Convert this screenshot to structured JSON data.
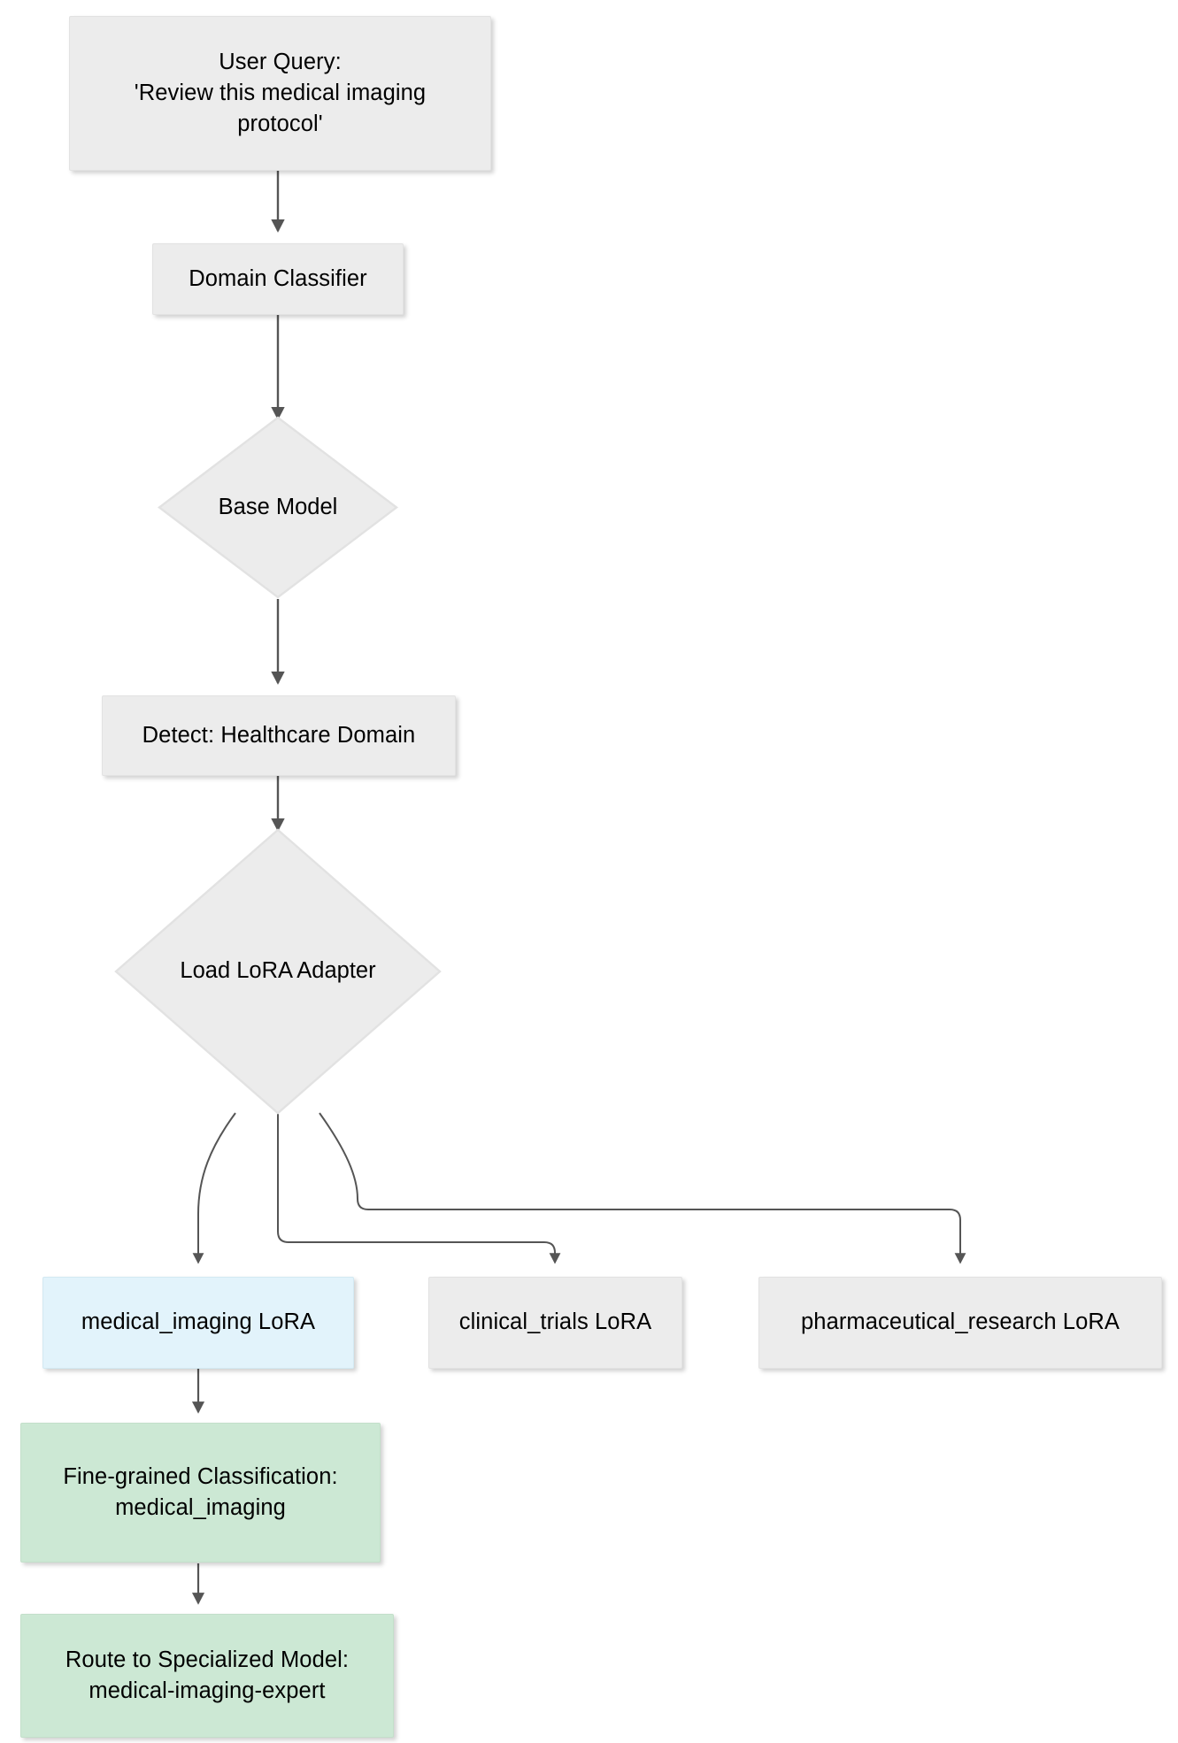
{
  "diagram": {
    "title": "LoRA adapter routing flowchart",
    "type": "flowchart",
    "direction": "top-to-bottom",
    "background_color": "#ffffff",
    "node_fill_default": "#ececec",
    "node_stroke_default": "#e2e2e2",
    "node_fill_blue": "#e2f3fb",
    "node_fill_green": "#cce8d4",
    "edge_color": "#555555",
    "text_color": "#000000"
  },
  "nodes": {
    "user_query": {
      "label": "User Query:\n'Review this medical imaging\nprotocol'",
      "shape": "rect",
      "fill": "#ececec"
    },
    "domain_classifier": {
      "label": "Domain Classifier",
      "shape": "rect",
      "fill": "#ececec"
    },
    "base_model": {
      "label": "Base Model",
      "shape": "diamond",
      "fill": "#ececec"
    },
    "detect_healthcare": {
      "label": "Detect: Healthcare Domain",
      "shape": "rect",
      "fill": "#ececec"
    },
    "load_lora_adapter": {
      "label": "Load LoRA Adapter",
      "shape": "diamond",
      "fill": "#ececec"
    },
    "medical_imaging_lora": {
      "label": "medical_imaging LoRA",
      "shape": "rect",
      "fill": "#e2f3fb"
    },
    "clinical_trials_lora": {
      "label": "clinical_trials LoRA",
      "shape": "rect",
      "fill": "#ececec"
    },
    "pharmaceutical_research_lora": {
      "label": "pharmaceutical_research LoRA",
      "shape": "rect",
      "fill": "#ececec"
    },
    "fine_grained_classification": {
      "label": "Fine-grained Classification:\nmedical_imaging",
      "shape": "rect",
      "fill": "#cce8d4"
    },
    "route_specialized_model": {
      "label": "Route to Specialized Model:\nmedical-imaging-expert",
      "shape": "rect",
      "fill": "#cce8d4"
    }
  },
  "edges": [
    {
      "from": "user_query",
      "to": "domain_classifier",
      "label": ""
    },
    {
      "from": "domain_classifier",
      "to": "base_model",
      "label": ""
    },
    {
      "from": "base_model",
      "to": "detect_healthcare",
      "label": ""
    },
    {
      "from": "detect_healthcare",
      "to": "load_lora_adapter",
      "label": ""
    },
    {
      "from": "load_lora_adapter",
      "to": "medical_imaging_lora",
      "label": ""
    },
    {
      "from": "load_lora_adapter",
      "to": "clinical_trials_lora",
      "label": ""
    },
    {
      "from": "load_lora_adapter",
      "to": "pharmaceutical_research_lora",
      "label": ""
    },
    {
      "from": "medical_imaging_lora",
      "to": "fine_grained_classification",
      "label": ""
    },
    {
      "from": "fine_grained_classification",
      "to": "route_specialized_model",
      "label": ""
    }
  ]
}
